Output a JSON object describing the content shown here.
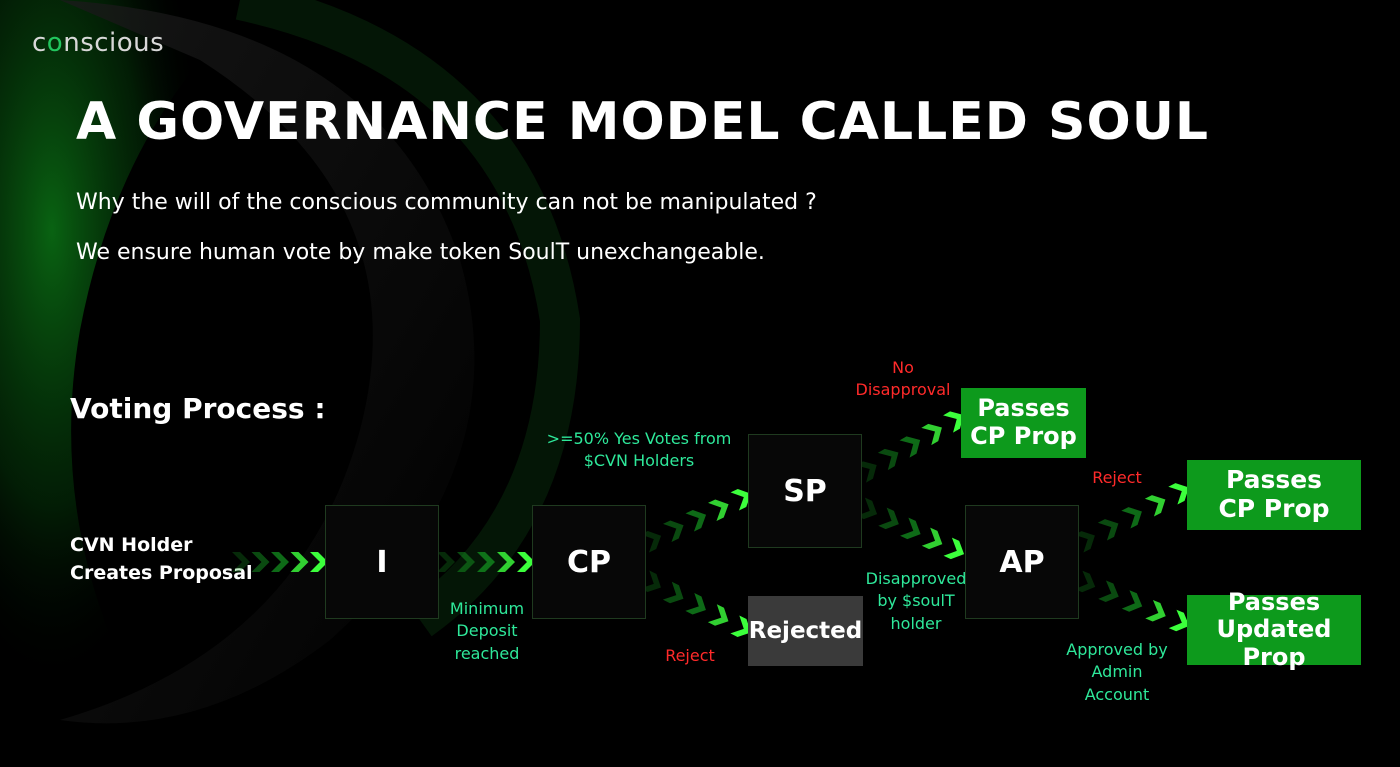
{
  "logo": {
    "pre": "c",
    "o": "o",
    "post": "nscious"
  },
  "title": "A GOVERNANCE MODEL CALLED SOUL",
  "subtitle_1": "Why the will of the conscious community can not be manipulated ?",
  "subtitle_2": "We ensure human vote by make token SoulT unexchangeable.",
  "section_title": "Voting Process :",
  "start": {
    "line1": "CVN Holder",
    "line2": "Creates Proposal"
  },
  "nodes": {
    "i": "I",
    "cp": "CP",
    "sp": "SP",
    "ap": "AP"
  },
  "rejected": "Rejected",
  "outcomes": {
    "top": {
      "line1": "Passes",
      "line2": "CP Prop"
    },
    "right_top": {
      "line1": "Passes",
      "line2": "CP Prop"
    },
    "right_bottom": {
      "line1": "Passes",
      "line2": "Updated Prop"
    }
  },
  "labels": {
    "min_deposit": {
      "l1": "Minimum",
      "l2": "Deposit",
      "l3": "reached"
    },
    "yes_votes": {
      "l1": ">=50% Yes Votes from",
      "l2": "$CVN Holders"
    },
    "reject_cp": "Reject",
    "no_disapproval": {
      "l1": "No",
      "l2": "Disapproval"
    },
    "disapproved": {
      "l1": "Disapproved",
      "l2": "by $soulT",
      "l3": "holder"
    },
    "reject_ap": "Reject",
    "approved": {
      "l1": "Approved by",
      "l2": "Admin",
      "l3": "Account"
    }
  },
  "colors": {
    "accent_green": "#0d9a1c",
    "label_green": "#2ee89a",
    "label_red": "#ff2a2a",
    "background": "#000000"
  }
}
